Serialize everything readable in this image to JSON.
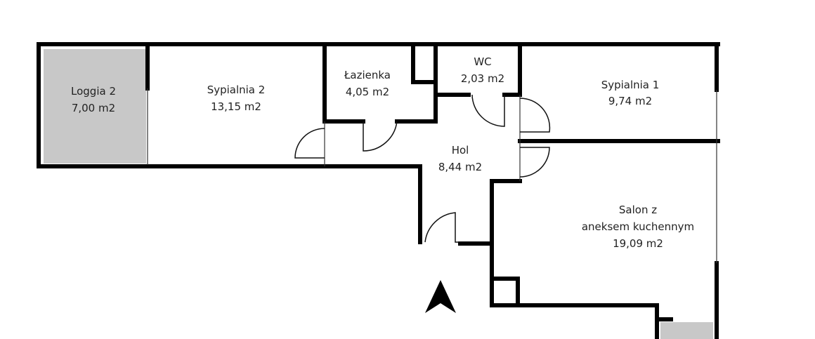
{
  "colors": {
    "wall": "#000000",
    "loggia_fill": "#c8c8c8",
    "background": "#ffffff"
  },
  "rooms": [
    {
      "name": "Loggia 2",
      "area": "7,00 m2"
    },
    {
      "name": "Sypialnia 2",
      "area": "13,15 m2"
    },
    {
      "name": "Łazienka",
      "area": "4,05 m2"
    },
    {
      "name": "WC",
      "area": "2,03 m2"
    },
    {
      "name": "Sypialnia 1",
      "area": "9,74 m2"
    },
    {
      "name": "Hol",
      "area": "8,44 m2"
    },
    {
      "name_line1": "Salon z",
      "name_line2": "aneksem kuchennym",
      "area": "19,09 m2"
    }
  ],
  "compass": {
    "icon": "north-arrow-icon"
  }
}
